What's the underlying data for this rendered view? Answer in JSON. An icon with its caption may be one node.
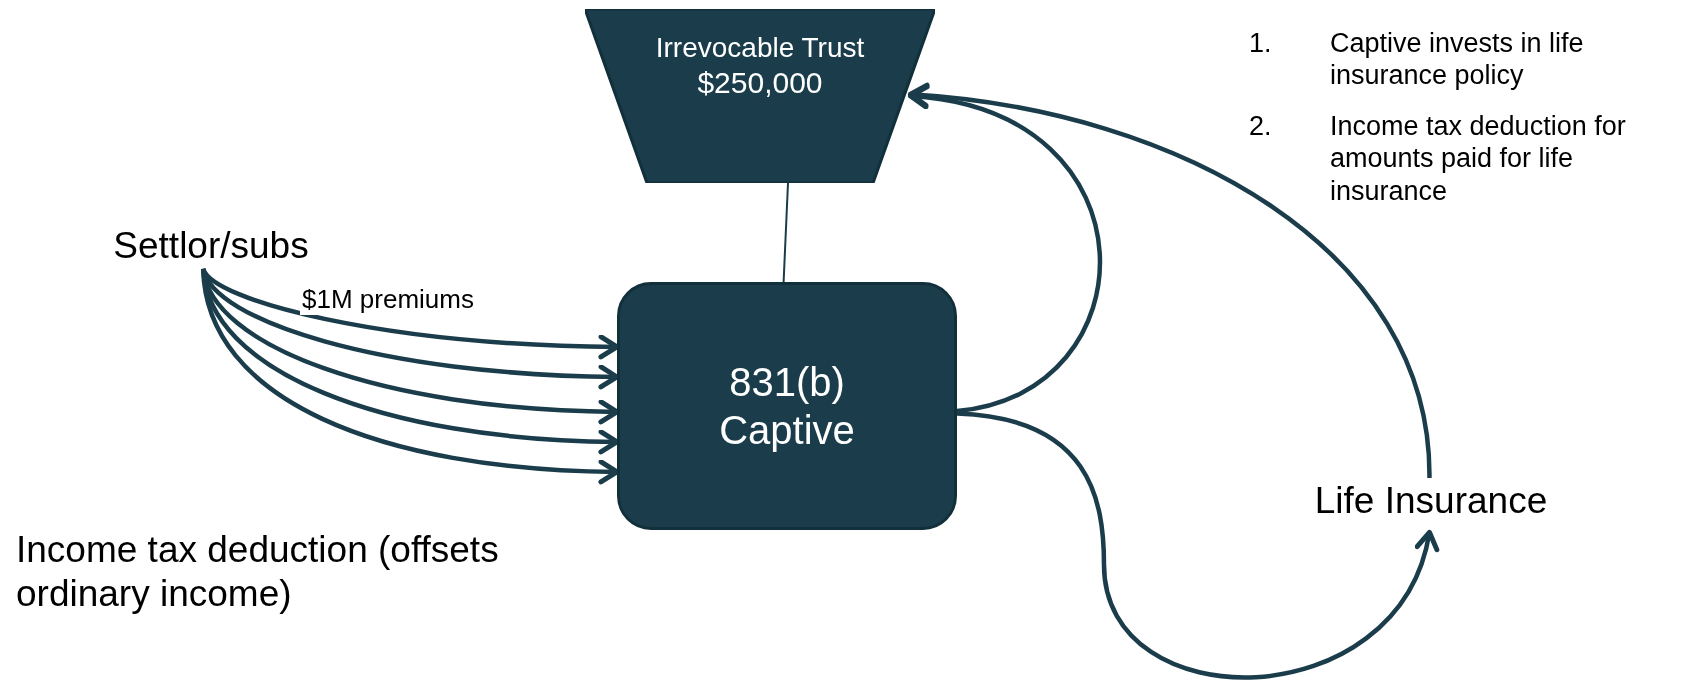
{
  "diagram": {
    "nodes": [
      {
        "text": [
          "Irrevocable Trust",
          "$250,000"
        ]
      },
      {
        "text": [
          "Settlor/subs"
        ]
      },
      {
        "text": [
          "831(b) Captive"
        ]
      },
      {
        "text": [
          "Life Insurance"
        ]
      }
    ],
    "edges": [
      {
        "from": 0,
        "to": 2,
        "arrow": "none"
      },
      {
        "from": 1,
        "to": 2,
        "arrow": "to",
        "label": "$1M premiums"
      },
      {
        "from": 1,
        "to": 2,
        "arrow": "to"
      },
      {
        "from": 1,
        "to": 2,
        "arrow": "to"
      },
      {
        "from": 1,
        "to": 2,
        "arrow": "to"
      },
      {
        "from": 1,
        "to": 2,
        "arrow": "to"
      },
      {
        "from": 2,
        "to": 0,
        "arrow": "to"
      },
      {
        "from": 3,
        "to": 0,
        "arrow": "to"
      },
      {
        "from": 2,
        "to": 3,
        "arrow": "to"
      }
    ],
    "labels": [
      "Income tax deduction (offsets ordinary income)",
      "1.",
      "Captive invests in life insurance policy",
      "2.",
      "Income tax deduction for amounts paid for life insurance"
    ]
  }
}
